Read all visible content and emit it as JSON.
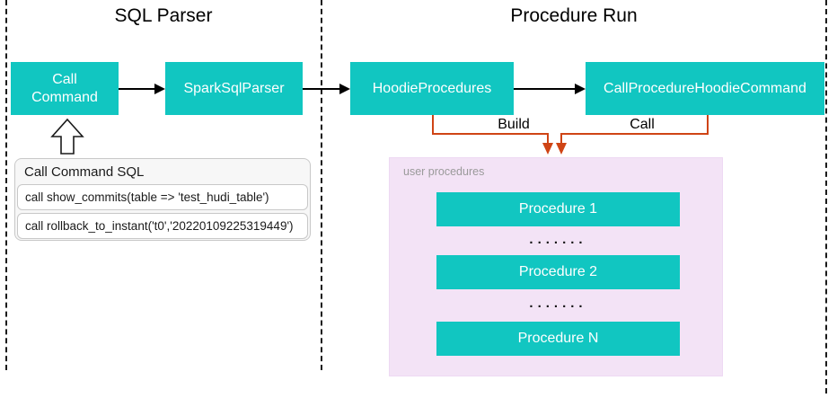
{
  "colors": {
    "node_teal": "#11c6c1",
    "connector_red": "#cf4415",
    "user_procedures_bg": "#f3e3f6",
    "dashed_border": "#1a1a1a"
  },
  "sections": {
    "sql_parser": {
      "title": "SQL Parser"
    },
    "procedure_run": {
      "title": "Procedure Run"
    }
  },
  "nodes": {
    "call_command": "Call Command",
    "spark_sql_parser": "SparkSqlParser",
    "hoodie_procedures": "HoodieProcedures",
    "call_procedure_hoodie_command": "CallProcedureHoodieCommand"
  },
  "edges": {
    "build_label": "Build",
    "call_label": "Call"
  },
  "sql_panel": {
    "title": "Call Command SQL",
    "rows": [
      "call show_commits(table => 'test_hudi_table')",
      "call rollback_to_instant('t0','20220109225319449')"
    ]
  },
  "user_procedures": {
    "label": "user procedures",
    "items": [
      "Procedure 1",
      "Procedure 2",
      "Procedure N"
    ],
    "ellipsis": "......."
  }
}
